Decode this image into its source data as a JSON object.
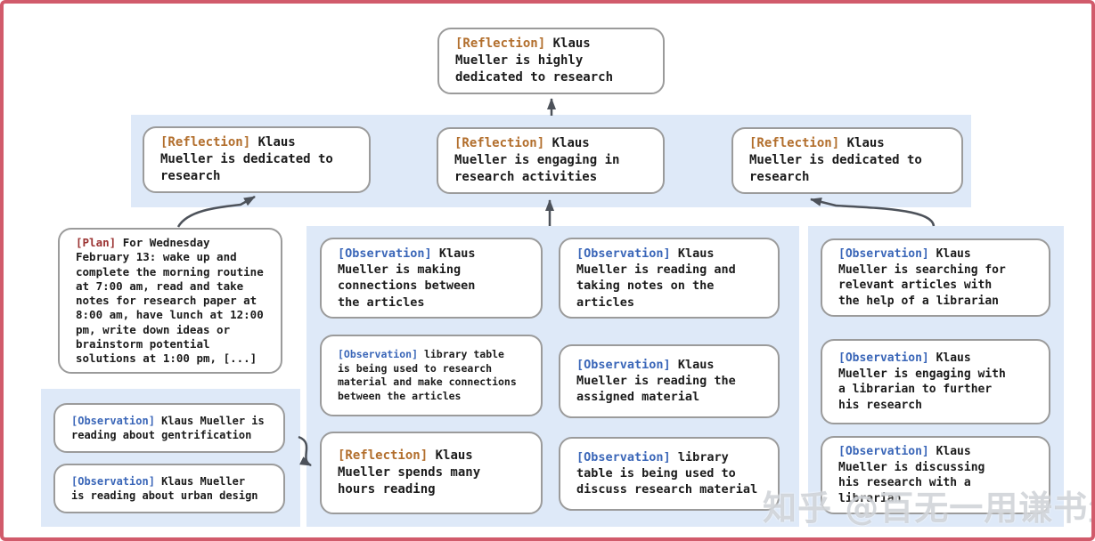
{
  "colors": {
    "reflection_tag": "#b26e2c",
    "observation_tag": "#3a66b8",
    "plan_tag": "#9b3332",
    "group_band": "#dee9f8",
    "box_border": "#9b9b9b",
    "arrow": "#4d525a",
    "frame_border": "#d15b6b"
  },
  "watermark": "知乎 @百无一用谦书生",
  "nodes": {
    "top_reflection": {
      "tag": "[Reflection]",
      "text": "Klaus\nMueller is highly\ndedicated to research"
    },
    "ref_left": {
      "tag": "[Reflection]",
      "text": "Klaus\nMueller is dedicated to\nresearch"
    },
    "ref_mid": {
      "tag": "[Reflection]",
      "text": "Klaus\nMueller is engaging in\nresearch activities"
    },
    "ref_right": {
      "tag": "[Reflection]",
      "text": "Klaus\nMueller is dedicated to\nresearch"
    },
    "plan": {
      "tag": "[Plan]",
      "text": "For Wednesday\nFebruary 13: wake up and\ncomplete the morning routine\nat 7:00 am, read and take\nnotes for research paper at\n8:00 am, have lunch at 12:00\npm, write down ideas or\nbrainstorm potential\nsolutions at 1:00 pm, [...]"
    },
    "obs_gentrification": {
      "tag": "[Observation]",
      "text": "Klaus Mueller is\nreading about gentrification"
    },
    "obs_urban_design": {
      "tag": "[Observation]",
      "text": "Klaus Mueller\nis reading about urban design"
    },
    "obs_connections": {
      "tag": "[Observation]",
      "text": "Klaus\nMueller is making\nconnections between\nthe articles"
    },
    "obs_library_research": {
      "tag": "[Observation]",
      "text": "library table\nis being used to research\nmaterial and make connections\nbetween the articles"
    },
    "ref_hours_reading": {
      "tag": "[Reflection]",
      "text": "Klaus\nMueller spends many\nhours reading"
    },
    "obs_taking_notes": {
      "tag": "[Observation]",
      "text": "Klaus\nMueller is reading and\ntaking notes on the\narticles"
    },
    "obs_assigned_material": {
      "tag": "[Observation]",
      "text": "Klaus\nMueller is reading the\nassigned material"
    },
    "obs_library_discuss": {
      "tag": "[Observation]",
      "text": "library\ntable is being used to\ndiscuss research material"
    },
    "obs_searching": {
      "tag": "[Observation]",
      "text": "Klaus\nMueller is searching for\nrelevant articles with\nthe help of a librarian"
    },
    "obs_engaging": {
      "tag": "[Observation]",
      "text": "Klaus\nMueller is engaging with\na librarian to further\nhis research"
    },
    "obs_discussing": {
      "tag": "[Observation]",
      "text": "Klaus\nMueller is discussing\nhis research with a\nlibrarian"
    }
  }
}
